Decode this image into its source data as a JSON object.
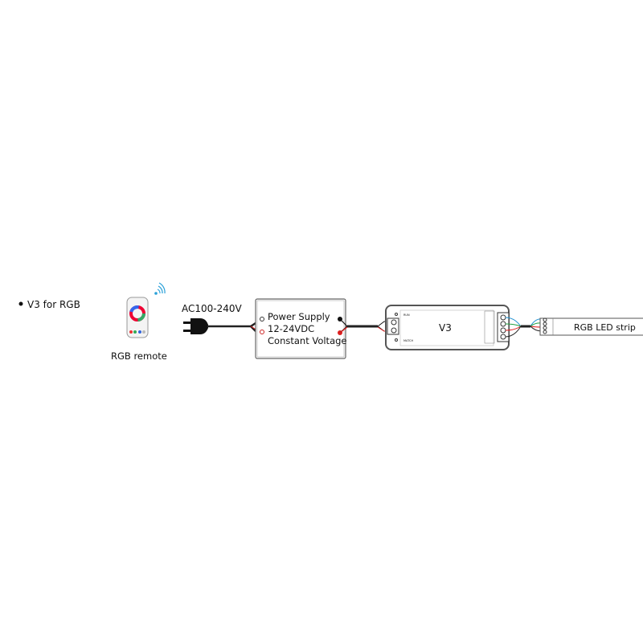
{
  "title": "V3 for RGB",
  "remote_label": "RGB remote",
  "ac_label": "AC100-240V",
  "power_supply": {
    "line1": "Power Supply",
    "line2": "12-24VDC",
    "line3": "Constant Voltage"
  },
  "controller": {
    "name": "V3",
    "run": "RUN",
    "match": "MATCH"
  },
  "strip_label": "RGB LED strip",
  "colors": {
    "red": "#e02020",
    "green": "#20a040",
    "blue": "#2090d0",
    "wire": "#222222"
  }
}
